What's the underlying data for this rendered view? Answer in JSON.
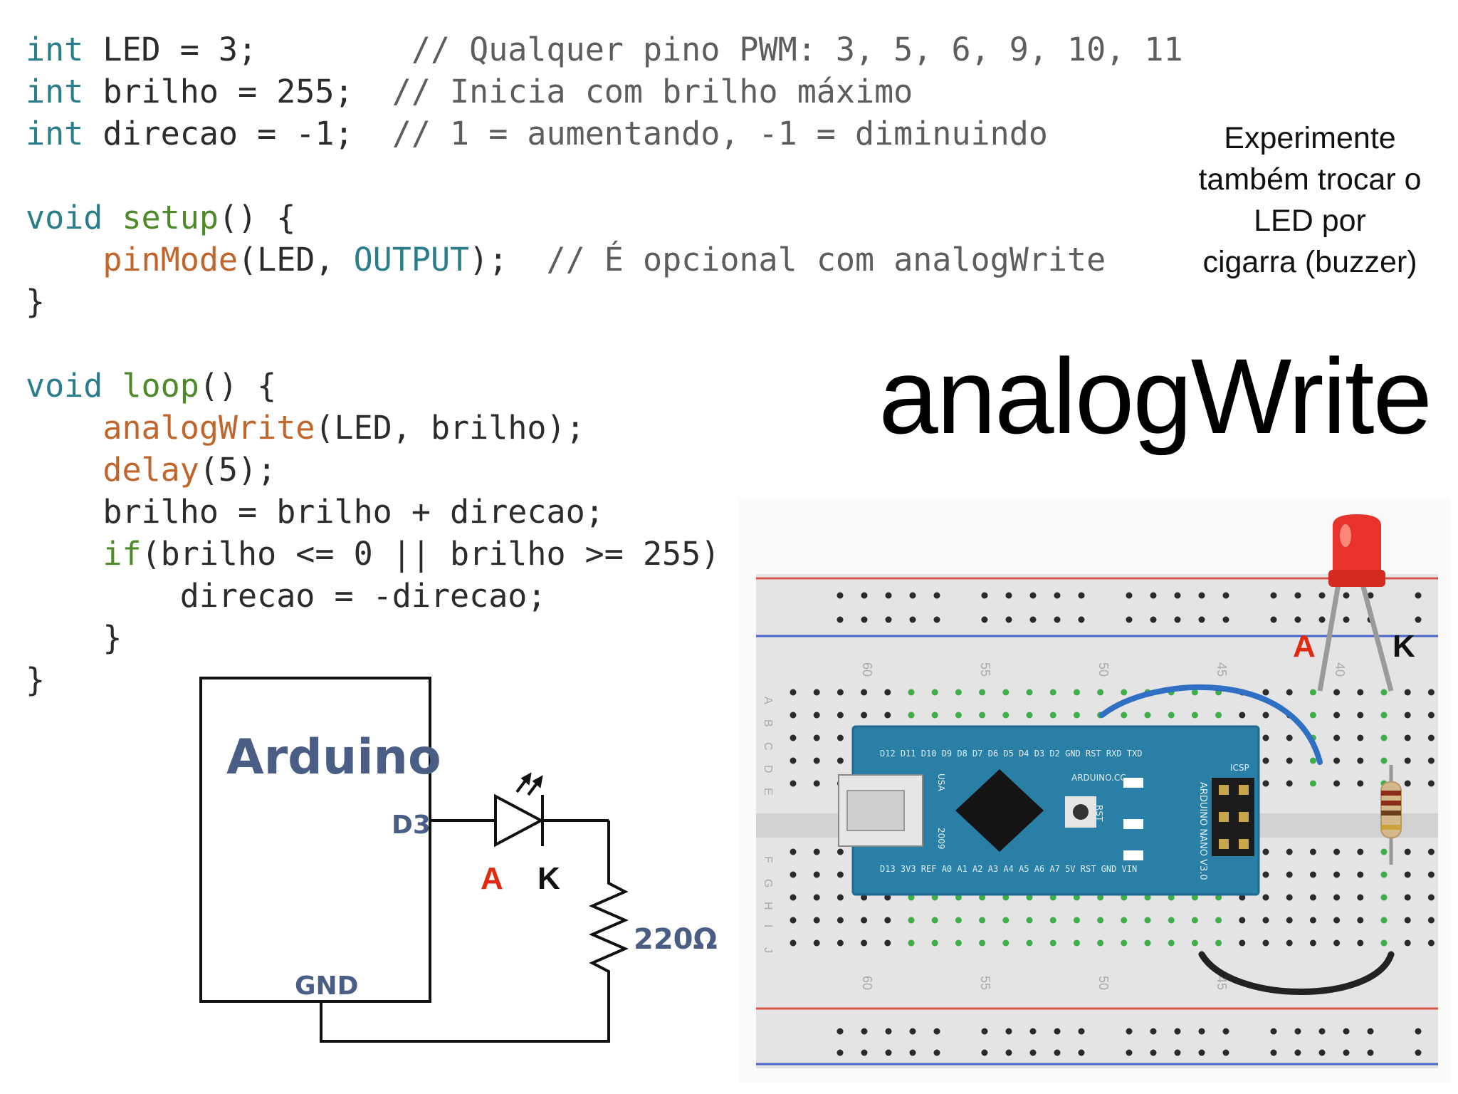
{
  "code": {
    "lines": [
      [
        {
          "t": "int",
          "c": "type"
        },
        {
          "t": " LED = 3;        ",
          "c": "plain"
        },
        {
          "t": "// Qualquer pino PWM: 3, 5, 6, 9, 10, 11",
          "c": "cmt"
        }
      ],
      [
        {
          "t": "int",
          "c": "type"
        },
        {
          "t": " brilho = 255;  ",
          "c": "plain"
        },
        {
          "t": "// Inicia com brilho máximo",
          "c": "cmt"
        }
      ],
      [
        {
          "t": "int",
          "c": "type"
        },
        {
          "t": " direcao = -1;  ",
          "c": "plain"
        },
        {
          "t": "// 1 = aumentando, -1 = diminuindo",
          "c": "cmt"
        }
      ],
      [],
      [
        {
          "t": "void",
          "c": "type"
        },
        {
          "t": " ",
          "c": "plain"
        },
        {
          "t": "setup",
          "c": "kw"
        },
        {
          "t": "() {",
          "c": "plain"
        }
      ],
      [
        {
          "t": "    ",
          "c": "plain"
        },
        {
          "t": "pinMode",
          "c": "func"
        },
        {
          "t": "(LED, ",
          "c": "plain"
        },
        {
          "t": "OUTPUT",
          "c": "const"
        },
        {
          "t": ");  ",
          "c": "plain"
        },
        {
          "t": "// É opcional com analogWrite",
          "c": "cmt"
        }
      ],
      [
        {
          "t": "}",
          "c": "plain"
        }
      ],
      [],
      [
        {
          "t": "void",
          "c": "type"
        },
        {
          "t": " ",
          "c": "plain"
        },
        {
          "t": "loop",
          "c": "kw"
        },
        {
          "t": "() {",
          "c": "plain"
        }
      ],
      [
        {
          "t": "    ",
          "c": "plain"
        },
        {
          "t": "analogWrite",
          "c": "func"
        },
        {
          "t": "(LED, brilho);",
          "c": "plain"
        }
      ],
      [
        {
          "t": "    ",
          "c": "plain"
        },
        {
          "t": "delay",
          "c": "func"
        },
        {
          "t": "(5);",
          "c": "plain"
        }
      ],
      [
        {
          "t": "    brilho = brilho + direcao;",
          "c": "plain"
        }
      ],
      [
        {
          "t": "    ",
          "c": "plain"
        },
        {
          "t": "if",
          "c": "kw"
        },
        {
          "t": "(brilho <= 0 || brilho >= 255) {",
          "c": "plain"
        }
      ],
      [
        {
          "t": "        direcao = -direcao;",
          "c": "plain"
        }
      ],
      [
        {
          "t": "    }",
          "c": "plain"
        }
      ],
      [
        {
          "t": "}",
          "c": "plain"
        }
      ]
    ]
  },
  "tip_lines": [
    "Experimente",
    "também trocar o",
    "LED por",
    "cigarra (buzzer)"
  ],
  "title": "analogWrite",
  "schematic": {
    "block_label": "Arduino",
    "pin_out": "D3",
    "pin_gnd": "GND",
    "anode": "A",
    "cathode": "K",
    "resistor_label": "220Ω"
  },
  "breadboard": {
    "anode": "A",
    "cathode": "K",
    "col_numbers": [
      "60",
      "55",
      "50",
      "45",
      "40"
    ],
    "row_letters_top": [
      "A",
      "B",
      "C",
      "D",
      "E"
    ],
    "row_letters_bottom": [
      "F",
      "G",
      "H",
      "I",
      "J"
    ],
    "board_text_top": "D12 D11 D10 D9  D8  D7  D6  D5  D4  D3  D2 GND RST RXD TXD",
    "board_text_bottom": "D13 3V3 REF A0  A1  A2  A3  A4  A5  A6  A7  5V  RST GND VIN",
    "board_center_label": "ARDUINO.CC",
    "board_model": "ARDUINO NANO V3.0",
    "icsp": "ICSP",
    "rst": "RST",
    "usa": "USA",
    "year": "2009"
  },
  "colors": {
    "anode_red": "#e02a12",
    "board_blue": "#2a7fa6",
    "wire_blue": "#2f6fc4",
    "wire_black": "#222222",
    "led_red": "#e8332c",
    "schematic_label": "#4a5e85"
  }
}
